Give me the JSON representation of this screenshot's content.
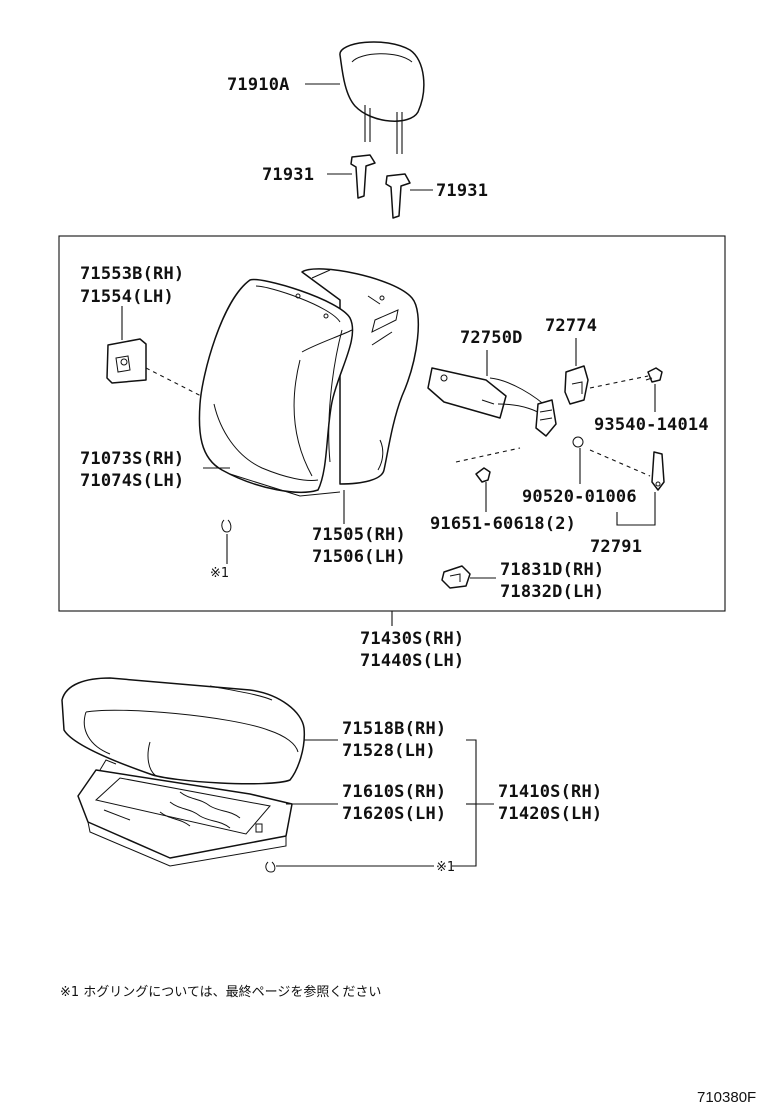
{
  "labels": {
    "headrest": "71910A",
    "support_left": "71931",
    "support_right": "71931",
    "cover_rh": "71553B(RH)",
    "cover_lh": "71554(LH)",
    "back_pad_rh": "71073S(RH)",
    "back_pad_lh": "71074S(LH)",
    "back_frame_rh": "71505(RH)",
    "back_frame_lh": "71506(LH)",
    "recliner": "72750D",
    "recliner_cover": "72774",
    "screw": "93540-14014",
    "bolt": "91651-60618(2)",
    "washer": "90520-01006",
    "lever_set": "72791",
    "clip_rh": "71831D(RH)",
    "clip_lh": "71832D(LH)",
    "seatback_assy_rh": "71430S(RH)",
    "seatback_assy_lh": "71440S(LH)",
    "cushion_cover_rh": "71518B(RH)",
    "cushion_cover_lh": "71528(LH)",
    "cushion_frame_rh": "71610S(RH)",
    "cushion_frame_lh": "71620S(LH)",
    "cushion_assy_rh": "71410S(RH)",
    "cushion_assy_lh": "71420S(LH)",
    "hogring_mark_back": "※1",
    "hogring_mark_cushion": "※1"
  },
  "footnote": "※1  ホグリングについては、最終ページを参照ください",
  "drawing_code": "710380F"
}
